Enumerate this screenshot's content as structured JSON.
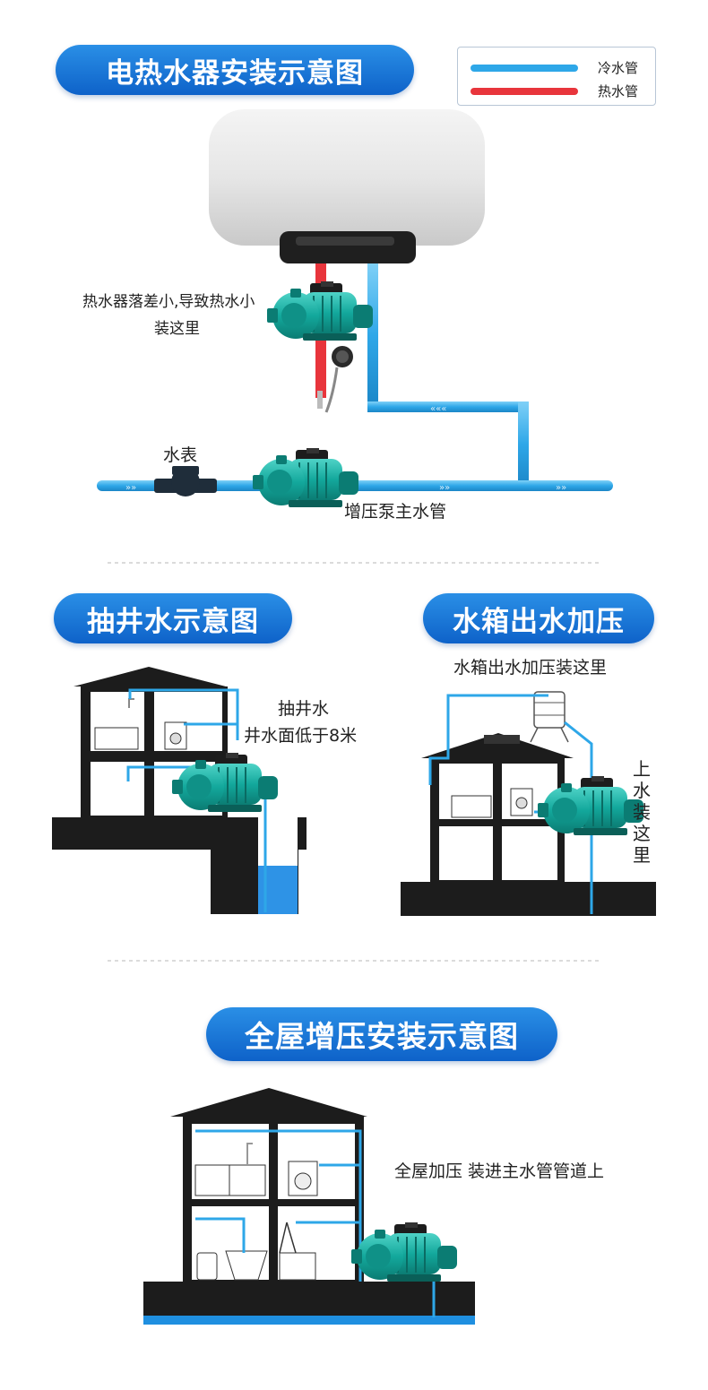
{
  "sections": {
    "water_heater": {
      "title": "电热水器安装示意图",
      "legend": [
        {
          "label": "冷水管",
          "color": "#2ea7e8"
        },
        {
          "label": "热水管",
          "color": "#e8353c"
        }
      ],
      "note_line1": "热水器落差小,导致热水小",
      "note_line2": "装这里",
      "meter_label": "水表",
      "main_pipe_label": "增压泵主水管"
    },
    "well": {
      "title": "抽井水示意图",
      "label_line1": "抽井水",
      "label_line2": "井水面低于8米"
    },
    "tank": {
      "title": "水箱出水加压",
      "subtitle": "水箱出水加压装这里",
      "side_label": [
        "上",
        "水",
        "装",
        "这",
        "里"
      ]
    },
    "whole_house": {
      "title": "全屋增压安装示意图",
      "note": "全屋加压 装进主水管管道上"
    }
  },
  "icons": [
    "water-heater-icon",
    "pump-icon",
    "water-meter-icon",
    "shower-head-icon",
    "house-icon",
    "water-tank-icon",
    "faucet-icon",
    "washing-machine-icon",
    "toilet-icon",
    "sink-icon",
    "well-icon"
  ],
  "colors": {
    "accent": "#1573d8",
    "cold_pipe": "#2ea7e8",
    "hot_pipe": "#e8353c",
    "house": "#1c1c1c",
    "pump": "#1bb3a8"
  }
}
